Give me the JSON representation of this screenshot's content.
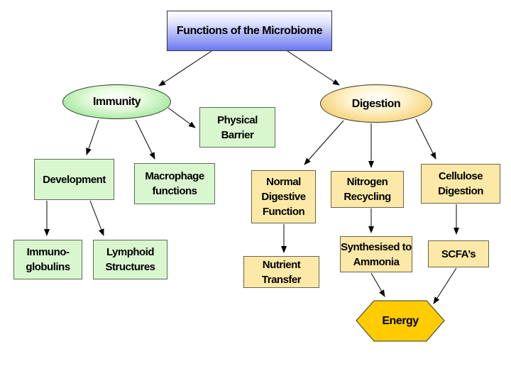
{
  "diagram": {
    "title": "Functions of the Microbiome",
    "immunity": "Immunity",
    "digestion": "Digestion",
    "physical_barrier": "Physical Barrier",
    "development": "Development",
    "macrophage": "Macrophage functions",
    "immunoglobulins": "Immuno-globulins",
    "lymphoid": "Lymphoid Structures",
    "normal_digestive": "Normal Digestive Function",
    "nitrogen": "Nitrogen Recycling",
    "cellulose": "Cellulose Digestion",
    "nutrient": "Nutrient Transfer",
    "ammonia": "Synthesised to Ammonia",
    "scfa": "SCFA’s",
    "energy": "Energy"
  },
  "colors": {
    "green_box": "#d9f7cf",
    "yellow_box": "#fde9a7",
    "energy_fill": "#ffcc00",
    "title_gradient_end": "#6b78f0"
  }
}
